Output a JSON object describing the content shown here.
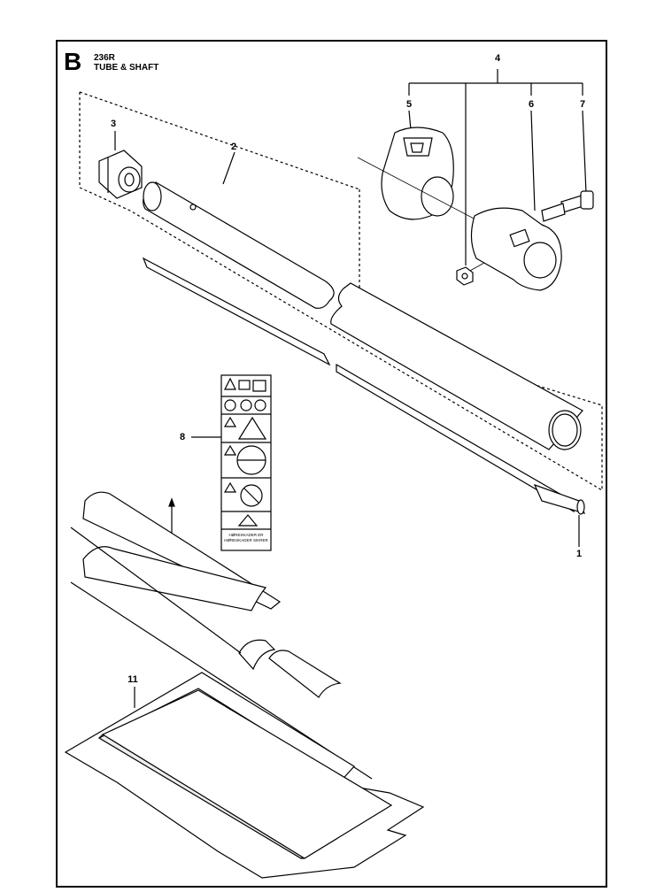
{
  "header": {
    "section_letter": "B",
    "model": "236R",
    "title": "TUBE & SHAFT"
  },
  "callouts": [
    "1",
    "2",
    "3",
    "4",
    "5",
    "6",
    "7",
    "8",
    "11"
  ],
  "decal": {
    "line1": "HØRESKADER ER",
    "line2": "HØRESKADER SIKRER"
  },
  "colors": {
    "stroke": "#000000",
    "fill": "#ffffff",
    "shade": "#e6e6e6"
  }
}
